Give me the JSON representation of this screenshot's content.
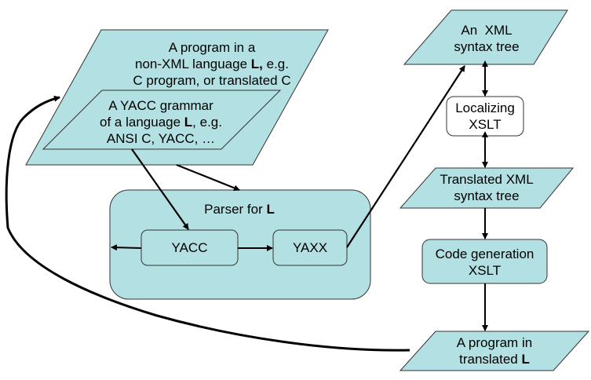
{
  "colors": {
    "fill": "#b3e0e3",
    "stroke": "#333333",
    "white_box": "#ffffff",
    "arrow": "#000000"
  },
  "nodes": {
    "program_non_xml": {
      "lines": [
        "A program in a",
        "non-XML language ",
        "L,",
        " e.g.",
        "C program, or translated C"
      ]
    },
    "yacc_grammar": {
      "lines": [
        "A YACC grammar",
        "of a language ",
        "L",
        ", e.g.",
        "ANSI C, YACC, …"
      ]
    },
    "parser": {
      "label": "Parser for ",
      "bold": "L"
    },
    "yacc": {
      "label": "YACC"
    },
    "yaxx": {
      "label": "YAXX"
    },
    "xml_tree": {
      "lines": [
        "An  XML",
        "syntax tree"
      ]
    },
    "localizing": {
      "lines": [
        "Localizing",
        "XSLT"
      ]
    },
    "translated_tree": {
      "lines": [
        "Translated XML",
        "syntax tree"
      ]
    },
    "codegen": {
      "lines": [
        "Code generation",
        "XSLT"
      ]
    },
    "program_translated": {
      "lines": [
        "A program in",
        "translated ",
        "L"
      ]
    }
  }
}
